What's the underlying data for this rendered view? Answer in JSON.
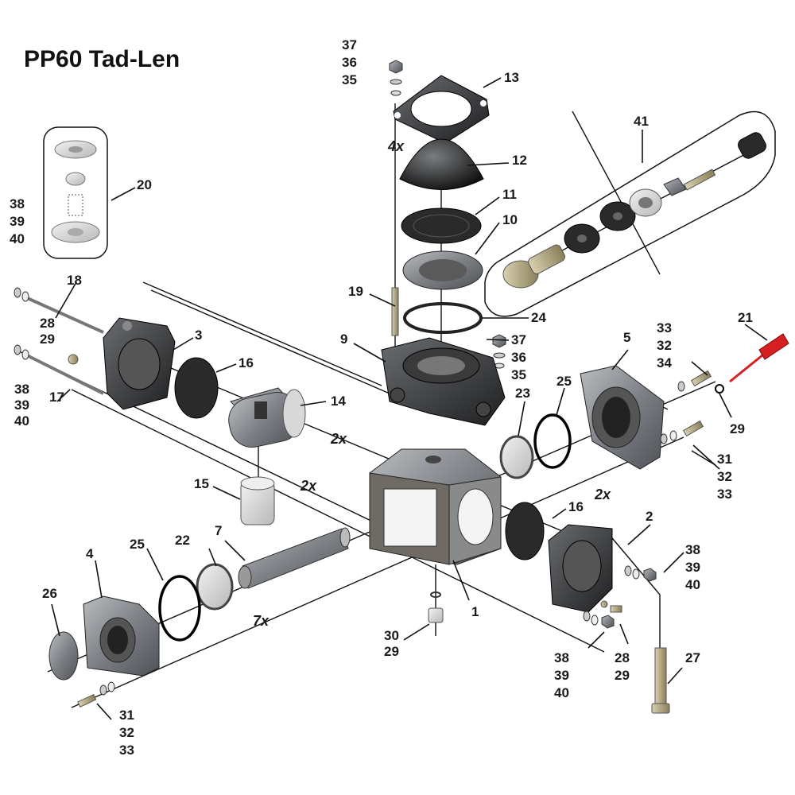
{
  "title": "PP60 Tad-Len",
  "labels": {
    "l1": "1",
    "l2": "2",
    "l3": "3",
    "l4": "4",
    "l5": "5",
    "l7": "7",
    "l9": "9",
    "l10": "10",
    "l11": "11",
    "l12": "12",
    "l13": "13",
    "l14": "14",
    "l15": "15",
    "l16a": "16",
    "l16b": "16",
    "l17": "17",
    "l18": "18",
    "l19": "19",
    "l20": "20",
    "l21": "21",
    "l22": "22",
    "l23": "23",
    "l24": "24",
    "l25a": "25",
    "l25b": "25",
    "l26": "26",
    "l27": "27",
    "l28a": "28",
    "l28b": "28",
    "l29a": "29",
    "l29b": "29",
    "l29c": "29",
    "l29d": "29",
    "l30": "30",
    "l41": "41",
    "g_top_37": "37",
    "g_top_36": "36",
    "g_top_35": "35",
    "g_mid_37": "37",
    "g_mid_36": "36",
    "g_mid_35": "35",
    "g_lt_38": "38",
    "g_lt_39": "39",
    "g_lt_40": "40",
    "g_lm_38": "38",
    "g_lm_39": "39",
    "g_lm_40": "40",
    "g_r_38": "38",
    "g_r_39": "39",
    "g_r_40": "40",
    "g_b_38": "38",
    "g_b_39": "39",
    "g_b_40": "40",
    "g_rt_33": "33",
    "g_rt_32": "32",
    "g_rt_34": "34",
    "g_rm_31": "31",
    "g_rm_32": "32",
    "g_rm_33": "33",
    "g_bl_31": "31",
    "g_bl_32": "32",
    "g_bl_33": "33"
  },
  "multipliers": {
    "m4x": "4x",
    "m2x_a": "2x",
    "m2x_b": "2x",
    "m2x_c": "2x",
    "m7x": "7x"
  },
  "colors": {
    "outline": "#111111",
    "metal": "#8c8c8c",
    "rubber": "#2a2a2a",
    "accent_red": "#d42020"
  }
}
